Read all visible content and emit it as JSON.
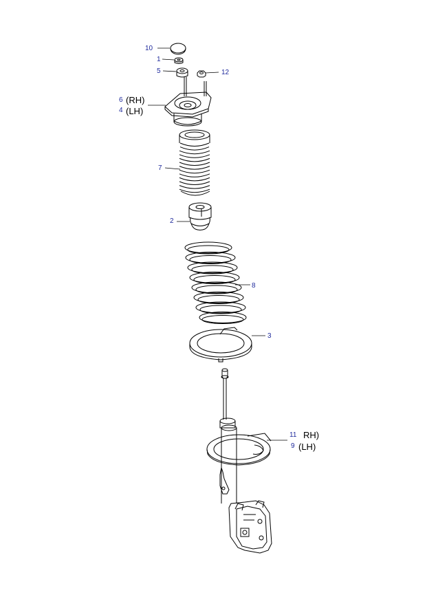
{
  "callouts": {
    "c10": "10",
    "c1": "1",
    "c5": "5",
    "c12": "12",
    "c6": "6",
    "c6_side": "(RH)",
    "c4": "4",
    "c4_side": "(LH)",
    "c7": "7",
    "c2": "2",
    "c8": "8",
    "c3": "3",
    "c11": "11",
    "c11_side": "RH)",
    "c9": "9",
    "c9_side": "(LH)"
  },
  "colors": {
    "callout_number": "#1f2a9c",
    "line": "#000000",
    "background": "#ffffff"
  }
}
